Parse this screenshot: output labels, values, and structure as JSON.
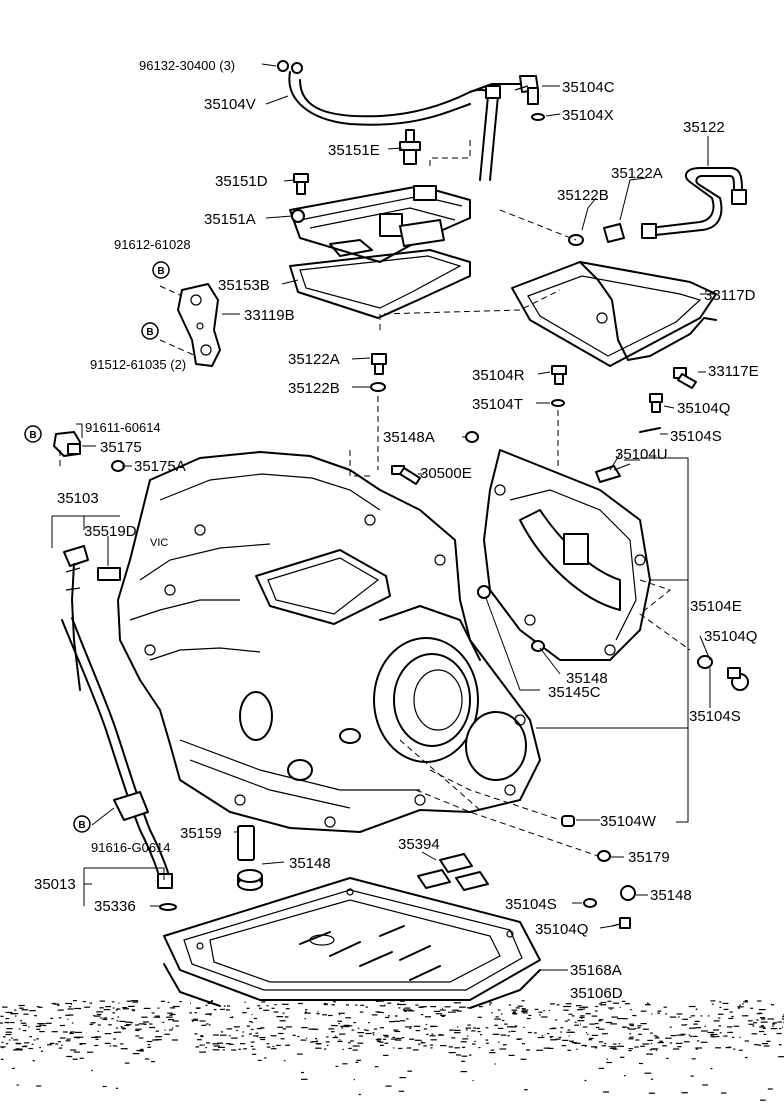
{
  "parts": {
    "p96132_30400": "96132-30400 (3)",
    "p35104V": "35104V",
    "p35104C": "35104C",
    "p35104X": "35104X",
    "p35122": "35122",
    "p35151E": "35151E",
    "p35122A_top": "35122A",
    "p35151D": "35151D",
    "p35122B_top": "35122B",
    "p35151A": "35151A",
    "p91612_61028": "91612-61028",
    "p35153B": "35153B",
    "p33117D": "33117D",
    "p33119B": "33119B",
    "p91512_61035": "91512-61035 (2)",
    "p35122A_mid": "35122A",
    "p35122B_mid": "35122B",
    "p35104R": "35104R",
    "p33117E": "33117E",
    "p35104T": "35104T",
    "p35104Q_a": "35104Q",
    "p91611_60614": "91611-60614",
    "p35148A": "35148A",
    "p35104S_a": "35104S",
    "p35175": "35175",
    "p35104U": "35104U",
    "p35175A": "35175A",
    "p30500E": "30500E",
    "p35103": "35103",
    "p35519D": "35519D",
    "p35104E": "35104E",
    "p35104Q_b": "35104Q",
    "p35148_a": "35148",
    "p35145C": "35145C",
    "p35104S_b": "35104S",
    "p35104W": "35104W",
    "p91616_G0614": "91616-G0614",
    "p35159": "35159",
    "p35179": "35179",
    "p35148_b": "35148",
    "p35394": "35394",
    "p35013": "35013",
    "p35148_c": "35148",
    "p35336": "35336",
    "p35104S_c": "35104S",
    "p35104Q_c": "35104Q",
    "p35168A": "35168A",
    "p35106D": "35106D"
  },
  "markers": {
    "b1": "B",
    "b2": "B",
    "b3": "B",
    "b4": "B"
  }
}
